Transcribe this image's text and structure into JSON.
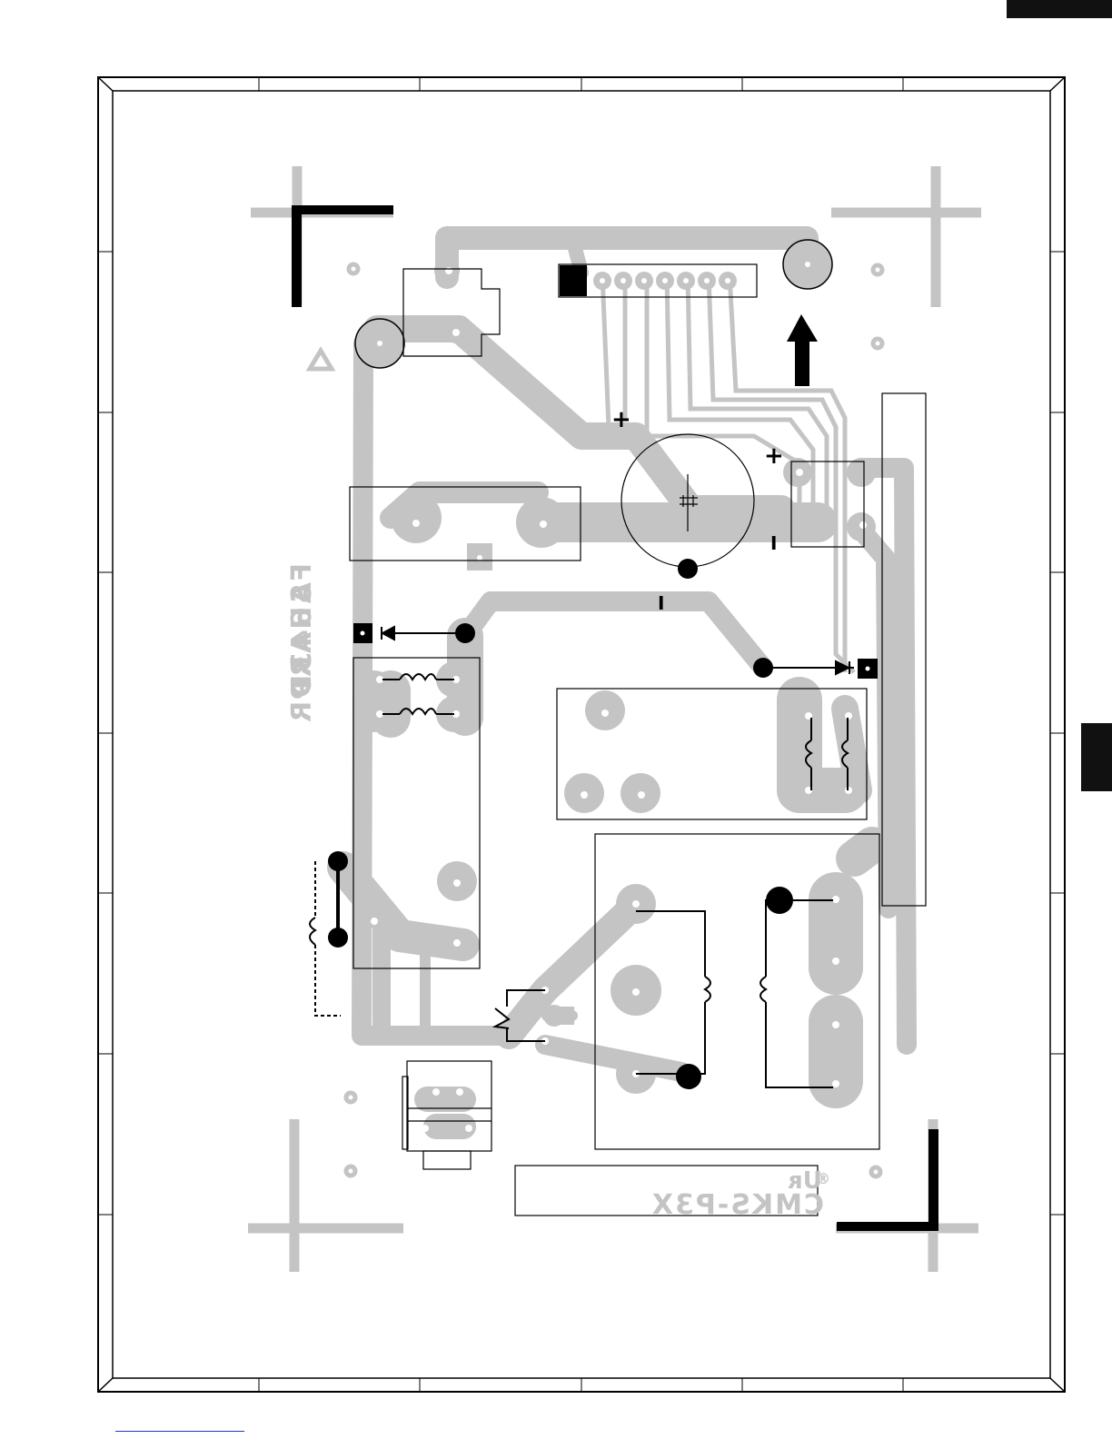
{
  "board": {
    "brand_text": "SHARP",
    "model_text": "FA643DR",
    "board_code": "CMKS-P3X",
    "reg_mark": "®",
    "ul_logo": "ᴙU"
  },
  "polarity": {
    "plus_1": "+",
    "plus_2": "+",
    "minus_1": "I",
    "minus_2": "I"
  },
  "colors": {
    "copper": "#c4c4c4",
    "ink": "#000000",
    "side_tab": "#111111",
    "footer_link": "#1a3cc8"
  }
}
